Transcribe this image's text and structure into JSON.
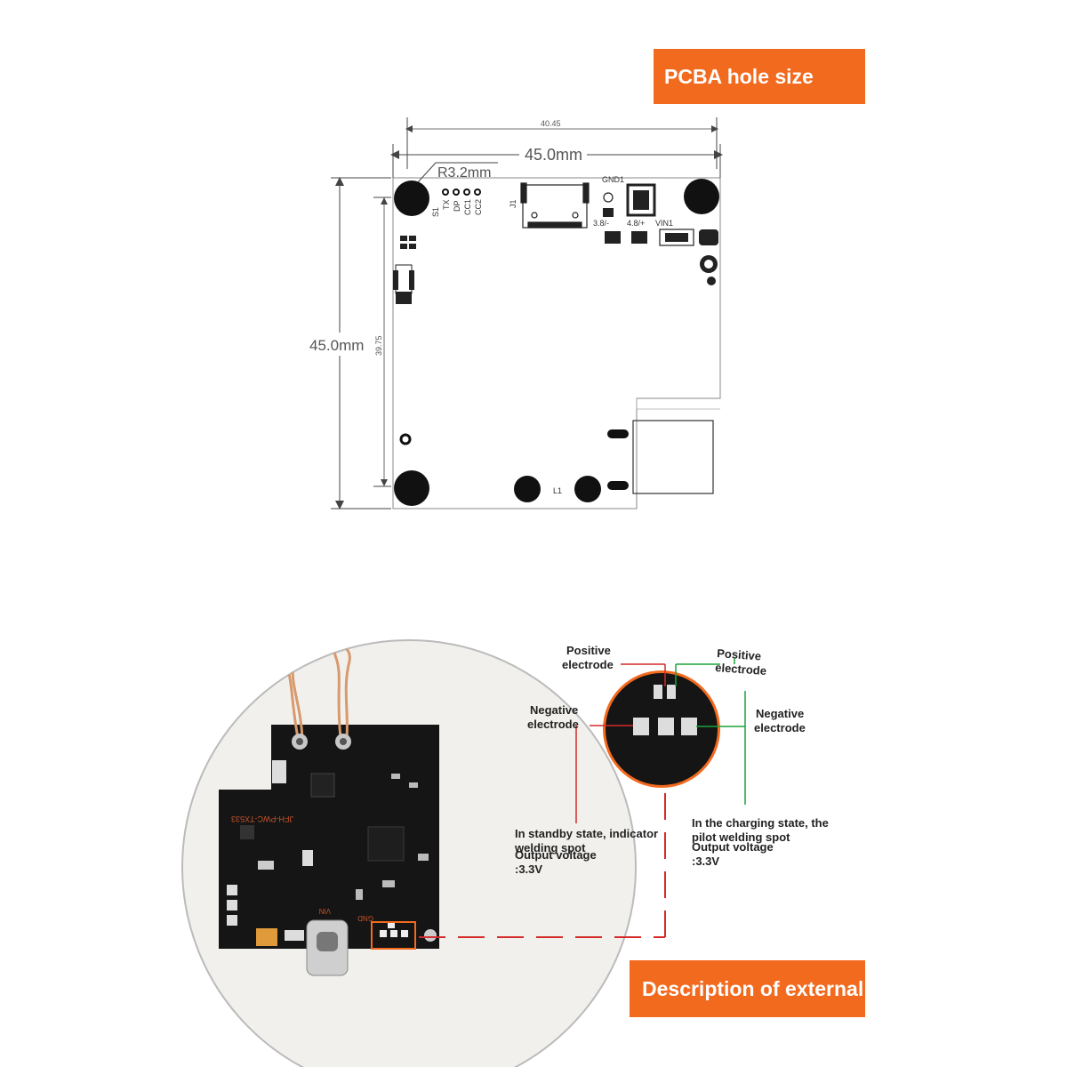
{
  "banners": {
    "top": "PCBA hole size",
    "bottom": "Description of external indicators"
  },
  "dimensions": {
    "inner_width": "40.45",
    "outer_width": "45.0mm",
    "radius": "R3.2mm",
    "outer_height": "45.0mm",
    "inner_height": "39.75"
  },
  "silkscreen": {
    "s1": "S1",
    "tx": "TX",
    "dp": "DP",
    "cc1": "CC1",
    "cc2": "CC2",
    "j1": "J1",
    "gnd1": "GND1",
    "vin1": "VIN1",
    "l1": "L1",
    "s_minus": "3.8/-",
    "s_plus": "4.8/+"
  },
  "indicators": {
    "positive_left": [
      "Positive",
      "electrode"
    ],
    "positive_right": [
      "Positive",
      "electrode"
    ],
    "negative_left": [
      "Negative",
      "electrode"
    ],
    "negative_right": [
      "Negative",
      "electrode"
    ],
    "standby_note": [
      "In standby state, indicator",
      "welding spot",
      "Output voltage",
      ":3.3V"
    ],
    "charging_note": [
      "In the charging state, the",
      "pilot welding spot",
      "Output voltage",
      ":3.3V"
    ]
  },
  "board_labels": {
    "model": "JFH-PWC-TX533",
    "vin": "VIN",
    "gnd": "GND"
  },
  "colors": {
    "banner": "#f26a1e",
    "standby_line": "#d42a2a",
    "charging_line": "#1aa33a",
    "pcb": "#151515"
  }
}
